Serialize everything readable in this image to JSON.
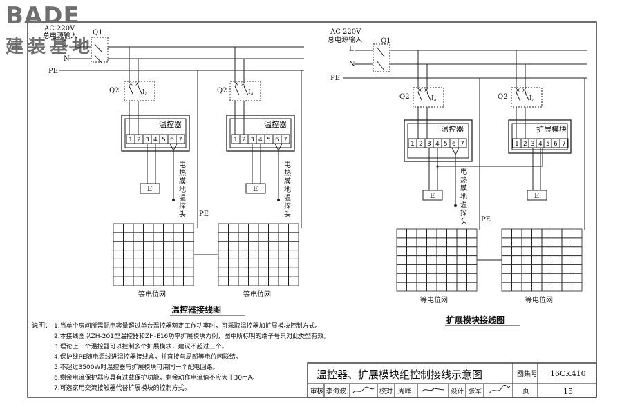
{
  "logo": {
    "brand": "BADE",
    "subtitle": "建装基地"
  },
  "left": {
    "ac_label": "AC 220V",
    "main_input_label": "总电源输入",
    "q1": "Q1",
    "lines": [
      "L",
      "N",
      "PE"
    ],
    "q2": "Q2",
    "ia": "I",
    "ia_sub": "a",
    "controller_label": "温控器",
    "terminals": [
      "1",
      "2",
      "3",
      "4",
      "5",
      "6",
      "7"
    ],
    "ground_box": "E",
    "probe_text": [
      "电",
      "热",
      "膜",
      "地",
      "温",
      "探",
      "头"
    ],
    "pe_label": "PE",
    "grid_caption": "等电位网",
    "diagram_title": "温控器接线图"
  },
  "right": {
    "ac_label": "AC 220V",
    "main_input_label": "总电源输入",
    "q1": "Q1",
    "lines": [
      "L",
      "N",
      "PE"
    ],
    "q2": "Q2",
    "ia": "I",
    "ia_sub": "a",
    "controller_label": "温控器",
    "module_label": "扩展模块",
    "terminals": [
      "1",
      "2",
      "3",
      "4",
      "5",
      "6",
      "7"
    ],
    "ground_box": "E",
    "probe_text": [
      "电",
      "热",
      "膜",
      "地",
      "温",
      "探",
      "头"
    ],
    "pe_label": "PE",
    "grid_caption": "等电位网",
    "diagram_title": "扩展模块接线图"
  },
  "notes": {
    "heading": "说明：",
    "items": [
      "1.当单个房间所需配电容量超过单台温控器额定工作功率时，可采取温控器加扩展模块控制方式。",
      "2.本接线图以ZH-201型温控器和ZH-E16功率扩展模块为例，图中所标明的端子号只对此类型有效。",
      "3.理论上一个温控器可以控制多个扩展模块，建议不超过三个。",
      "4.保护线PE随电源线进温控器接线盒，并直接与局部等电位网联结。",
      "5.不超过3500W时温控器与扩展模块可用同一个配电回路。",
      "6.剩余电流保护器应具有过载保护功能，剩余动作电流值不应大于30mA。",
      "7.可选家用交流接触器代替扩展模块的控制方式。"
    ]
  },
  "title_block": {
    "title": "温控器、扩展模块组控制接线示意图",
    "atlas_label": "图集号",
    "atlas_no": "16CK410",
    "review_label": "审核",
    "review_name": "李海波",
    "check_label": "校对",
    "check_name": "周峰",
    "design_label": "设计",
    "design_name": "张军",
    "page_label": "页",
    "page_no": "15"
  }
}
